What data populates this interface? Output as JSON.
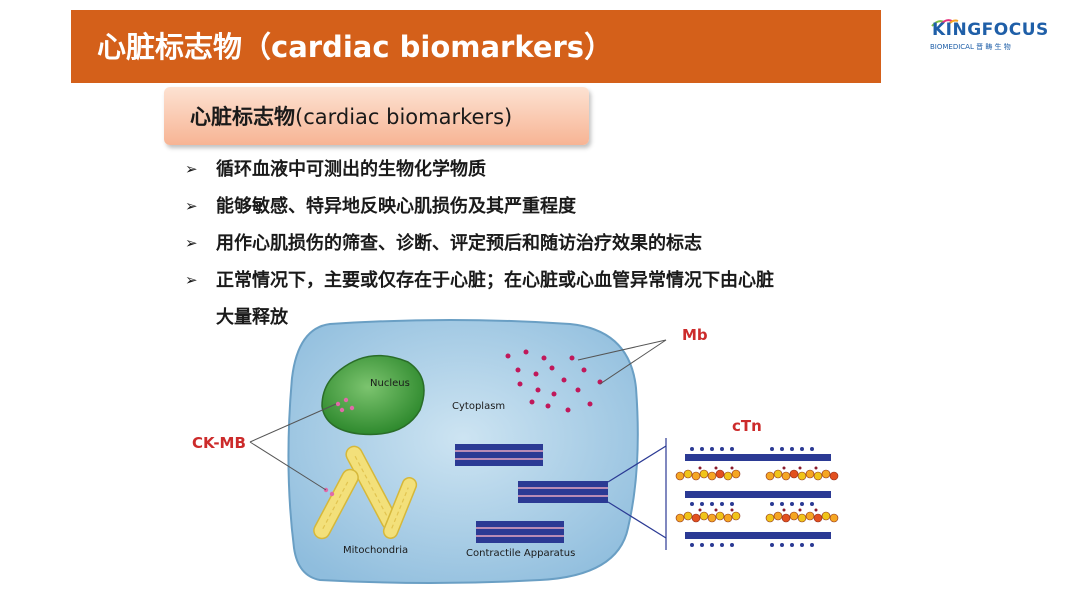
{
  "slide": {
    "title": "心脏标志物（cardiac biomarkers）",
    "subtitle_zh": "心脏标志物",
    "subtitle_en": "(cardiac biomarkers)"
  },
  "logo": {
    "wordmark": "KINGFOCUS",
    "subline": "BIOMEDICAL 晋 畴 生 物",
    "colors": {
      "primary": "#1f5fa8",
      "accent_green": "#7cc242",
      "accent_pink": "#e5337d",
      "accent_orange": "#f5a623"
    }
  },
  "bullets": [
    {
      "text": "循环血液中可测出的生物化学物质"
    },
    {
      "text": "能够敏感、特异地反映心肌损伤及其严重程度"
    },
    {
      "text": "用作心肌损伤的筛查、诊断、评定预后和随访治疗效果的标志"
    },
    {
      "text": "正常情况下，主要或仅存在于心脏；在心脏或心血管异常情况下由心脏",
      "continuation": "大量释放"
    }
  ],
  "bullet_marker": "➢",
  "diagram": {
    "nucleus_label": "Nucleus",
    "cytoplasm_label": "Cytoplasm",
    "mitochondria_label": "Mitochondria",
    "contractile_label": "Contractile Apparatus",
    "mb_label": "Mb",
    "ckmb_label": "CK-MB",
    "ctn_label": "cTn"
  },
  "colors": {
    "title_bar": "#d4601a",
    "cell_fill": "#9fc9e4",
    "nucleus_fill": "#3f9a3c",
    "mitochondria_fill": "#f3e07a",
    "label_red": "#cc2b2b",
    "marker_dots": "#c0185a",
    "filament_blue": "#2b3a94"
  }
}
